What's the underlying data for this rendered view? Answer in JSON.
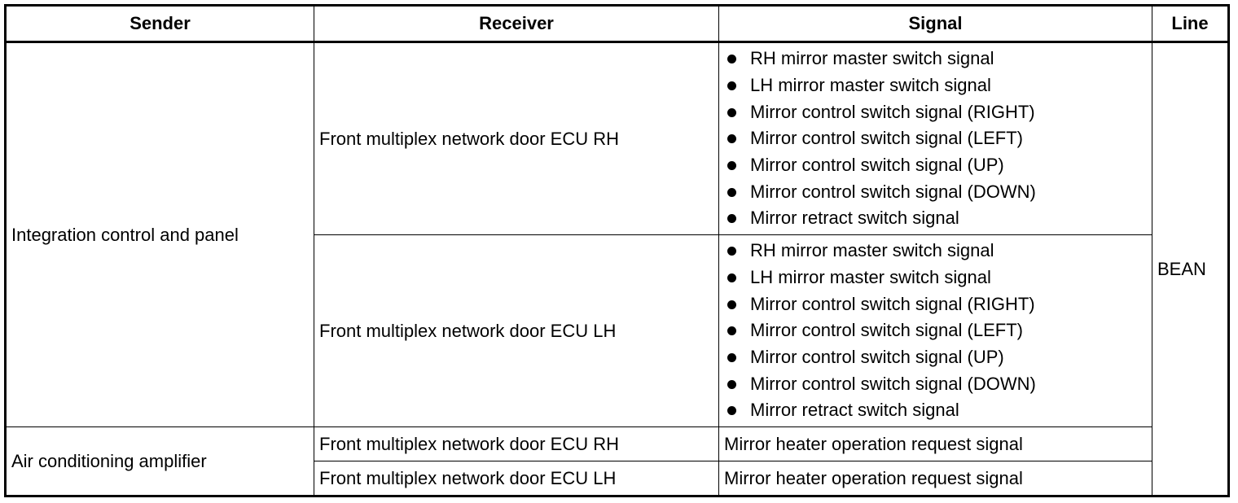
{
  "headers": {
    "sender": "Sender",
    "receiver": "Receiver",
    "signal": "Signal",
    "line": "Line"
  },
  "line_value": "BEAN",
  "groups": [
    {
      "sender": "Integration control and panel",
      "rows": [
        {
          "receiver": "Front multiplex network door ECU RH",
          "signals": [
            "RH mirror master switch signal",
            "LH mirror master switch signal",
            "Mirror control switch signal (RIGHT)",
            "Mirror control switch signal (LEFT)",
            "Mirror control switch signal (UP)",
            "Mirror control switch signal (DOWN)",
            "Mirror retract switch signal"
          ]
        },
        {
          "receiver": "Front multiplex network door ECU LH",
          "signals": [
            "RH mirror master switch signal",
            "LH mirror master switch signal",
            "Mirror control switch signal (RIGHT)",
            "Mirror control switch signal (LEFT)",
            "Mirror control switch signal (UP)",
            "Mirror control switch signal (DOWN)",
            "Mirror retract switch signal"
          ]
        }
      ]
    },
    {
      "sender": "Air conditioning amplifier",
      "rows": [
        {
          "receiver": "Front multiplex network door ECU RH",
          "signal": "Mirror heater operation request signal"
        },
        {
          "receiver": "Front multiplex network door ECU LH",
          "signal": "Mirror heater operation request signal"
        }
      ]
    }
  ]
}
